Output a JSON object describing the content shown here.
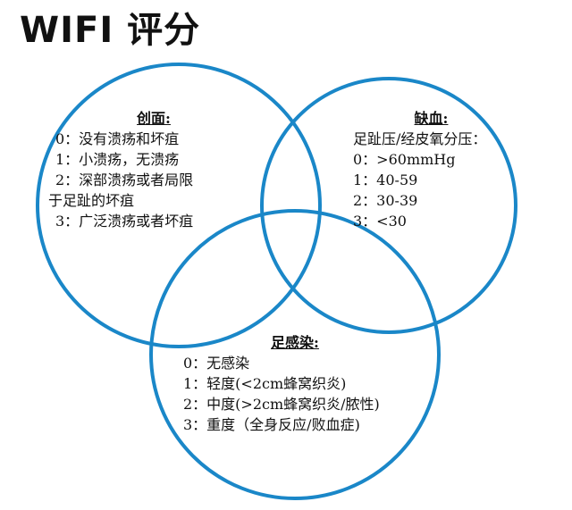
{
  "title": "WIFI 评分",
  "colors": {
    "circle_stroke": "#1a87c8",
    "text": "#111111"
  },
  "sections": {
    "wound": {
      "heading": "创面:",
      "lines": [
        "0：没有溃疡和坏疽",
        "1：小溃疡，无溃疡",
        "2：深部溃疡或者局限",
        "于足趾的坏疽",
        "3：广泛溃疡或者坏疽"
      ]
    },
    "ischemia": {
      "heading": "缺血:",
      "lines": [
        "足趾压/经皮氧分压：",
        "0：>60mmHg",
        "1：40-59",
        "2：30-39",
        "3：<30"
      ]
    },
    "foot_infection": {
      "heading": "足感染:",
      "lines": [
        "0：无感染",
        "1：轻度(<2cm蜂窝织炎)",
        "2：中度(>2cm蜂窝织炎/脓性)",
        "3：重度（全身反应/败血症)"
      ]
    }
  }
}
